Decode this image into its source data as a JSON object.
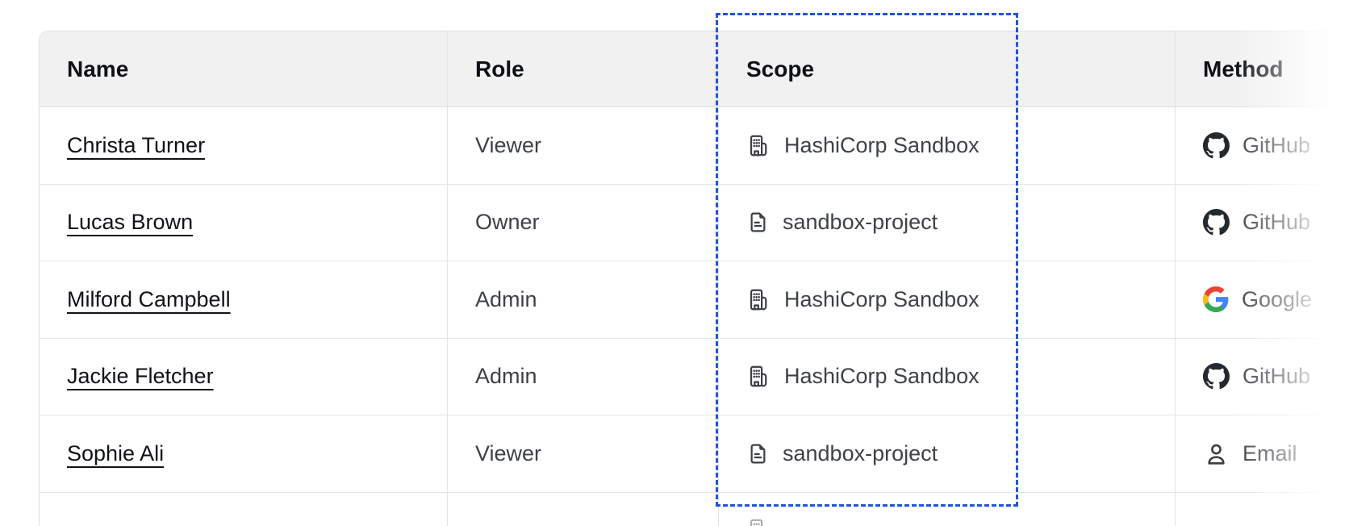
{
  "table": {
    "columns": [
      {
        "label": "Name"
      },
      {
        "label": "Role"
      },
      {
        "label": "Scope"
      },
      {
        "label": "Method"
      }
    ],
    "rows": [
      {
        "name": "Christa Turner",
        "role": "Viewer",
        "scope": {
          "icon": "building-icon",
          "label": "HashiCorp Sandbox"
        },
        "method": {
          "icon": "github-icon",
          "label": "GitHub"
        }
      },
      {
        "name": "Lucas Brown",
        "role": "Owner",
        "scope": {
          "icon": "file-text-icon",
          "label": "sandbox-project"
        },
        "method": {
          "icon": "github-icon",
          "label": "GitHub"
        }
      },
      {
        "name": "Milford Campbell",
        "role": "Admin",
        "scope": {
          "icon": "building-icon",
          "label": "HashiCorp Sandbox"
        },
        "method": {
          "icon": "google-icon",
          "label": "Google"
        }
      },
      {
        "name": "Jackie Fletcher",
        "role": "Admin",
        "scope": {
          "icon": "building-icon",
          "label": "HashiCorp Sandbox"
        },
        "method": {
          "icon": "github-icon",
          "label": "GitHub"
        }
      },
      {
        "name": "Sophie Ali",
        "role": "Viewer",
        "scope": {
          "icon": "file-text-icon",
          "label": "sandbox-project"
        },
        "method": {
          "icon": "person-icon",
          "label": "Email"
        }
      }
    ],
    "partial_next_row": {
      "scope_icon": "building-icon"
    }
  },
  "annotation": {
    "target": "scope-column",
    "style": "dashed-rectangle",
    "color": "#2254da"
  },
  "colors": {
    "header_bg": "#f1f1f2",
    "row_border": "#e6e6e9",
    "text_primary": "#0f1217",
    "text_secondary": "#3e4148",
    "icon_gray": "#3b3e45",
    "github": "#24292f",
    "google_blue": "#4285F4",
    "google_green": "#34A853",
    "google_yellow": "#FBBC05",
    "google_red": "#EA4335"
  }
}
